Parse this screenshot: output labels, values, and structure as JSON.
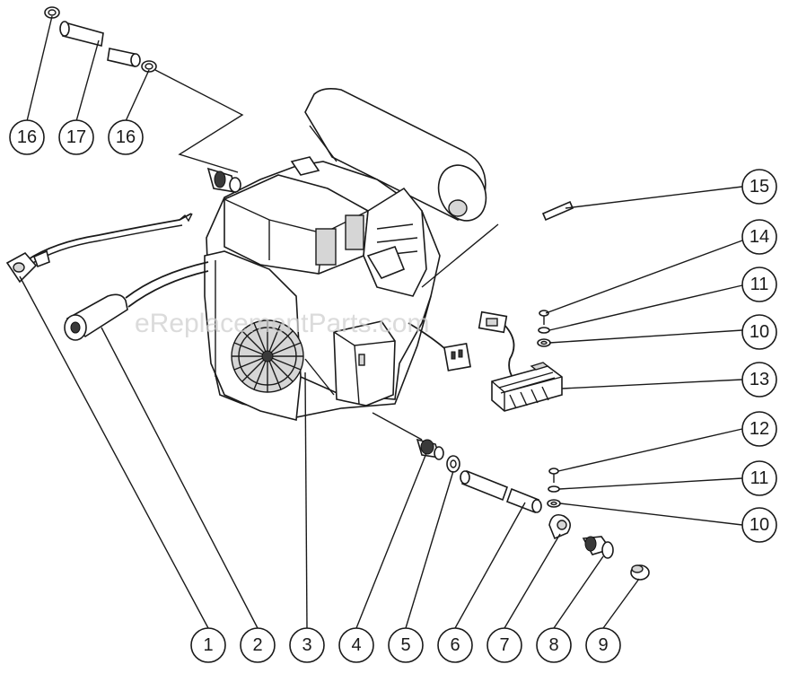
{
  "watermark": "eReplacementParts.com",
  "callouts": [
    {
      "id": "c-16a",
      "label": "16"
    },
    {
      "id": "c-17",
      "label": "17"
    },
    {
      "id": "c-16b",
      "label": "16"
    },
    {
      "id": "c-15",
      "label": "15"
    },
    {
      "id": "c-14",
      "label": "14"
    },
    {
      "id": "c-11a",
      "label": "11"
    },
    {
      "id": "c-10a",
      "label": "10"
    },
    {
      "id": "c-13",
      "label": "13"
    },
    {
      "id": "c-12",
      "label": "12"
    },
    {
      "id": "c-11b",
      "label": "11"
    },
    {
      "id": "c-10b",
      "label": "10"
    },
    {
      "id": "c-1",
      "label": "1"
    },
    {
      "id": "c-2",
      "label": "2"
    },
    {
      "id": "c-3",
      "label": "3"
    },
    {
      "id": "c-4",
      "label": "4"
    },
    {
      "id": "c-5",
      "label": "5"
    },
    {
      "id": "c-6",
      "label": "6"
    },
    {
      "id": "c-7",
      "label": "7"
    },
    {
      "id": "c-8",
      "label": "8"
    },
    {
      "id": "c-9",
      "label": "9"
    }
  ]
}
